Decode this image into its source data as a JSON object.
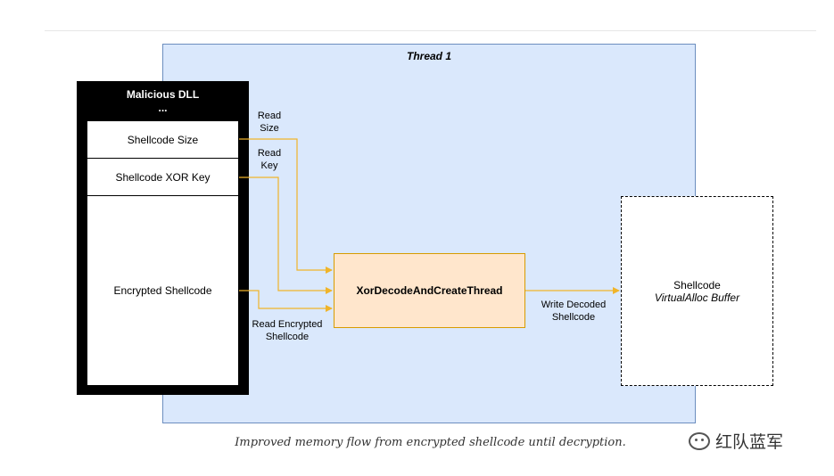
{
  "diagram": {
    "thread_title": "Thread 1",
    "dll": {
      "title_line1": "Malicious DLL",
      "title_line2": "...",
      "cells": [
        "Shellcode Size",
        "Shellcode XOR Key",
        "Encrypted Shellcode"
      ]
    },
    "process_node": "XorDecodeAndCreateThread",
    "buffer": {
      "line1": "Shellcode",
      "line2": "VirtualAlloc Buffer"
    },
    "edges": {
      "read_size": [
        "Read",
        "Size"
      ],
      "read_key": [
        "Read",
        "Key"
      ],
      "read_encrypted": [
        "Read Encrypted",
        "Shellcode"
      ],
      "write_decoded": [
        "Write Decoded",
        "Shellcode"
      ]
    },
    "colors": {
      "thread_fill": "#dae8fc",
      "thread_stroke": "#6c8ebf",
      "process_fill": "#ffe6cc",
      "process_stroke": "#d79b00",
      "edge_color": "#f0b429",
      "dll_fill": "#000000"
    }
  },
  "caption": "Improved memory flow from encrypted shellcode until decryption.",
  "watermark": {
    "icon": "wechat-icon",
    "text": "红队蓝军"
  }
}
